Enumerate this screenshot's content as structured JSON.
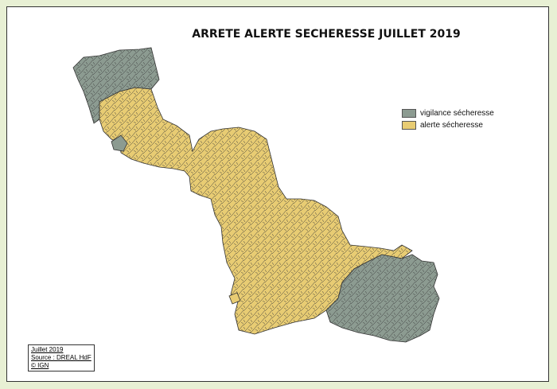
{
  "title": "ARRETE ALERTE SECHERESSE JUILLET 2019",
  "legend": [
    {
      "label": "vigilance sécheresse",
      "color": "#8c9b91"
    },
    {
      "label": "alerte sécheresse",
      "color": "#e8cc73"
    }
  ],
  "credits": {
    "line1": "Juillet 2019",
    "line2": "Source : DREAL HdF",
    "line3": "© IGN"
  },
  "colors": {
    "vigilance": "#8c9b91",
    "alerte": "#e8cc73",
    "border": "#333333"
  }
}
